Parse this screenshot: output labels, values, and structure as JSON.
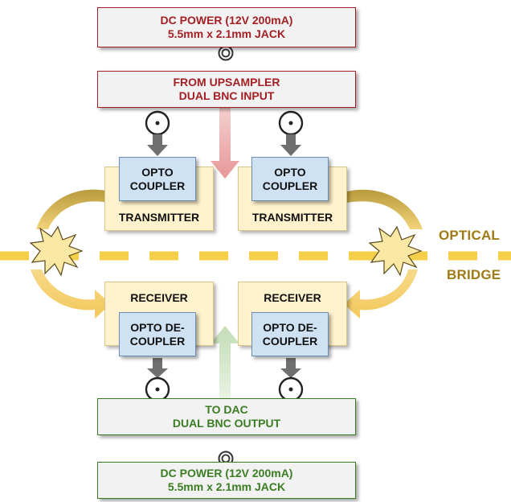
{
  "top_power": {
    "line1": "DC POWER (12V 200mA)",
    "line2": "5.5mm x 2.1mm JACK"
  },
  "input_box": {
    "line1": "FROM UPSAMPLER",
    "line2": "DUAL BNC INPUT"
  },
  "transmitters": [
    {
      "module_line1": "OPTO",
      "module_line2": "COUPLER",
      "label": "TRANSMITTER"
    },
    {
      "module_line1": "OPTO",
      "module_line2": "COUPLER",
      "label": "TRANSMITTER"
    }
  ],
  "receivers": [
    {
      "label": "RECEIVER",
      "module_line1": "OPTO DE-",
      "module_line2": "COUPLER"
    },
    {
      "label": "RECEIVER",
      "module_line1": "OPTO DE-",
      "module_line2": "COUPLER"
    }
  ],
  "bridge": {
    "word1": "OPTICAL",
    "word2": "BRIDGE"
  },
  "output_box": {
    "line1": "TO DAC",
    "line2": "DUAL BNC OUTPUT"
  },
  "bottom_power": {
    "line1": "DC POWER (12V 200mA)",
    "line2": "5.5mm x 2.1mm JACK"
  },
  "colors": {
    "input_accent": "#a31f24",
    "output_accent": "#3a7d22",
    "cream": "#fff2cc",
    "module_blue": "#cfe2f3",
    "bridge_yellow": "#f5cf4a",
    "label_gold": "#a07a14"
  }
}
